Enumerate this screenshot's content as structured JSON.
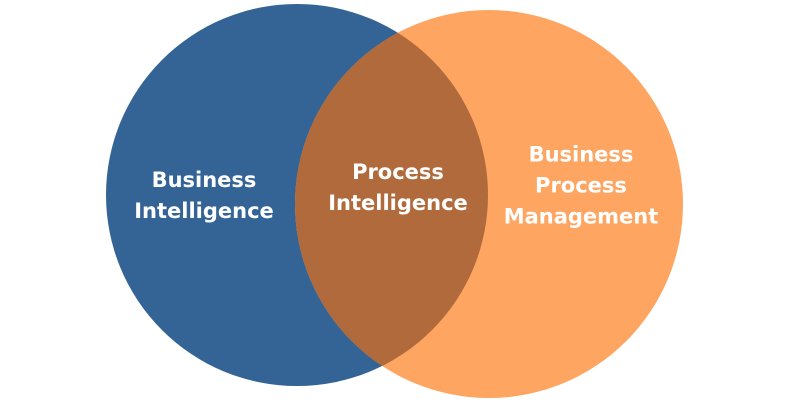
{
  "colors": {
    "left_circle": "#336495",
    "right_circle": "#FEA562",
    "overlap": "#B06A3B",
    "label_text": "#ffffff"
  },
  "diagram": {
    "type": "venn",
    "left": {
      "lines": [
        "Business",
        "Intelligence"
      ]
    },
    "overlap": {
      "lines": [
        "Process",
        "Intelligence"
      ]
    },
    "right": {
      "lines": [
        "Business",
        "Process",
        "Management"
      ]
    }
  }
}
